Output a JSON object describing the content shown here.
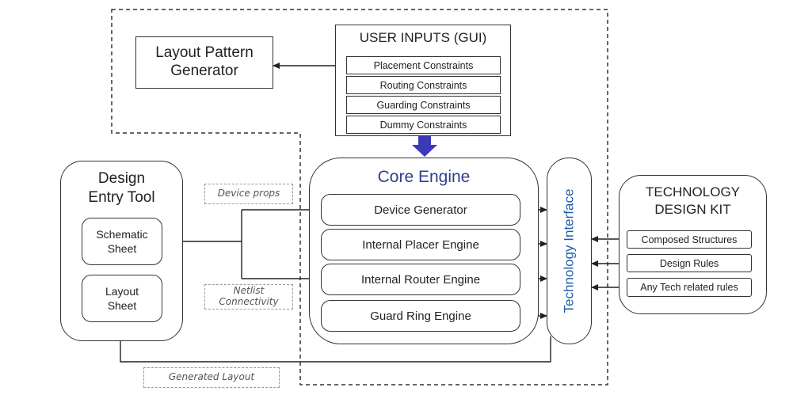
{
  "layout_pattern_generator": "Layout Pattern\nGenerator",
  "user_inputs": {
    "title": "USER INPUTS (GUI)",
    "items": [
      "Placement Constraints",
      "Routing Constraints",
      "Guarding Constraints",
      "Dummy Constraints"
    ]
  },
  "design_entry_tool": {
    "title": "Design\nEntry Tool",
    "schematic": "Schematic\nSheet",
    "layout": "Layout\nSheet"
  },
  "core_engine": {
    "title": "Core Engine",
    "engines": [
      "Device Generator",
      "Internal Placer Engine",
      "Internal Router Engine",
      "Guard Ring Engine"
    ]
  },
  "technology_interface": "Technology Interface",
  "tdk": {
    "title": "TECHNOLOGY\nDESIGN KIT",
    "items": [
      "Composed Structures",
      "Design Rules",
      "Any Tech related rules"
    ]
  },
  "labels": {
    "device_props": "Device props",
    "netlist": "Netlist\nConnectivity",
    "generated_layout": "Generated Layout"
  },
  "colors": {
    "core_title": "#2e3f8f",
    "tech_interface": "#1f5fa8",
    "down_arrow": "#3a3ab8"
  }
}
